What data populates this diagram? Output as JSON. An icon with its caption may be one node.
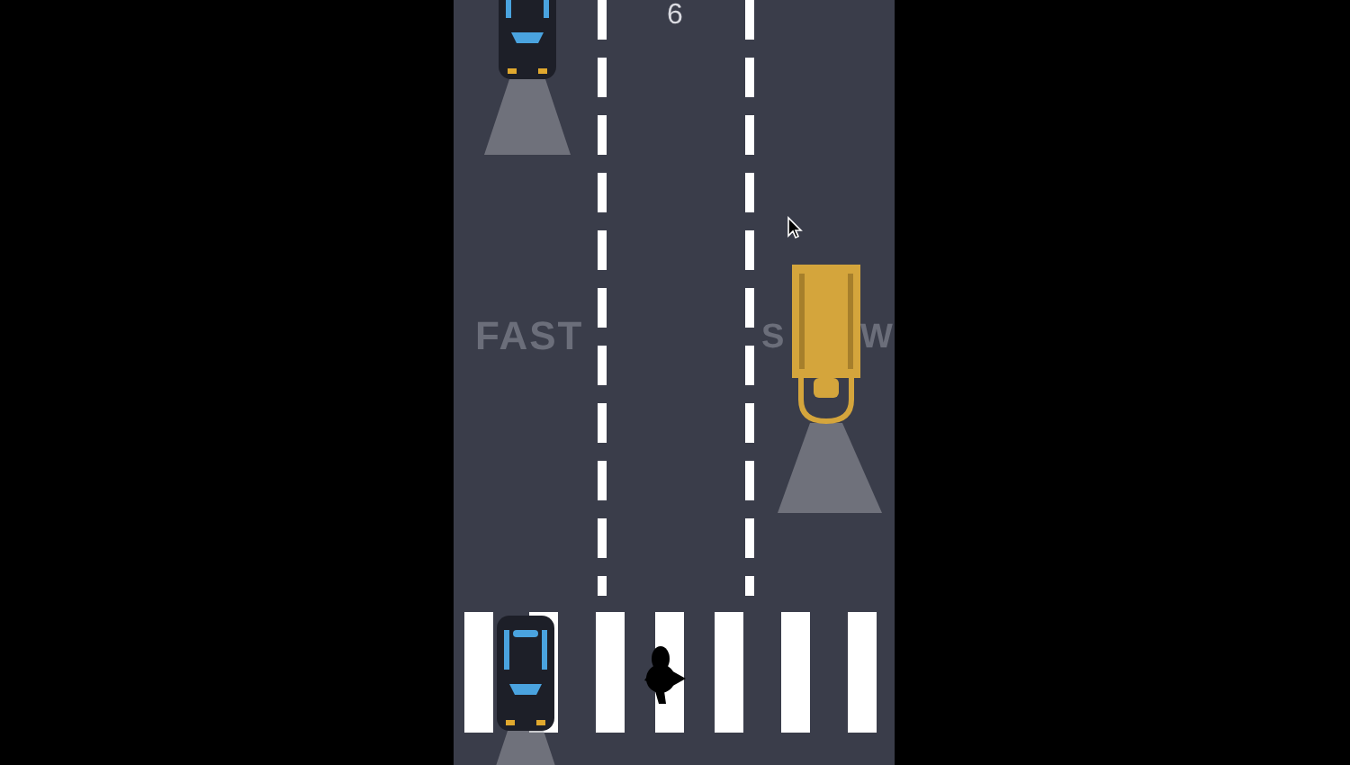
{
  "diagram": {
    "labels": [
      "6",
      "FAST",
      "S",
      "W"
    ]
  }
}
